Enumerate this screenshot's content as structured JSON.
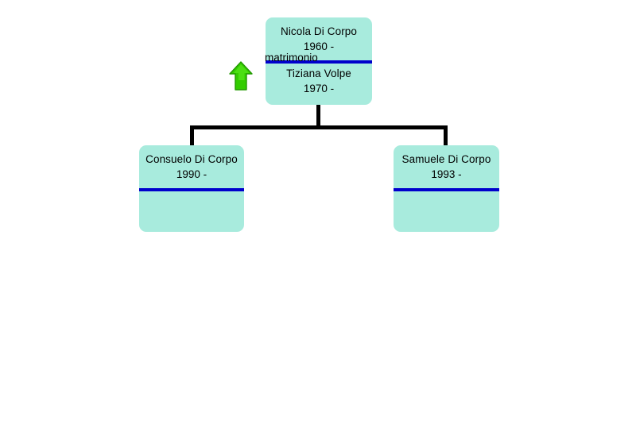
{
  "diagram": {
    "type": "family-tree",
    "colors": {
      "node_fill": "#a8ebdd",
      "divider": "#0000cc",
      "connector": "#000000",
      "arrow": "#33cc00",
      "background": "#ffffff",
      "text": "#000000"
    },
    "union": {
      "label": "matrimonio",
      "spouse1": {
        "name": "Nicola Di Corpo",
        "dates": "1960 -"
      },
      "spouse2": {
        "name": "Tiziana Volpe",
        "dates": "1970 -"
      }
    },
    "children": [
      {
        "name": "Consuelo Di Corpo",
        "dates": "1990 -",
        "union_label": "",
        "spouse_name": "",
        "spouse_dates": ""
      },
      {
        "name": "Samuele Di Corpo",
        "dates": "1993 -",
        "union_label": "",
        "spouse_name": "",
        "spouse_dates": ""
      }
    ],
    "icons": {
      "scroll_up": "arrow-up-icon"
    }
  }
}
